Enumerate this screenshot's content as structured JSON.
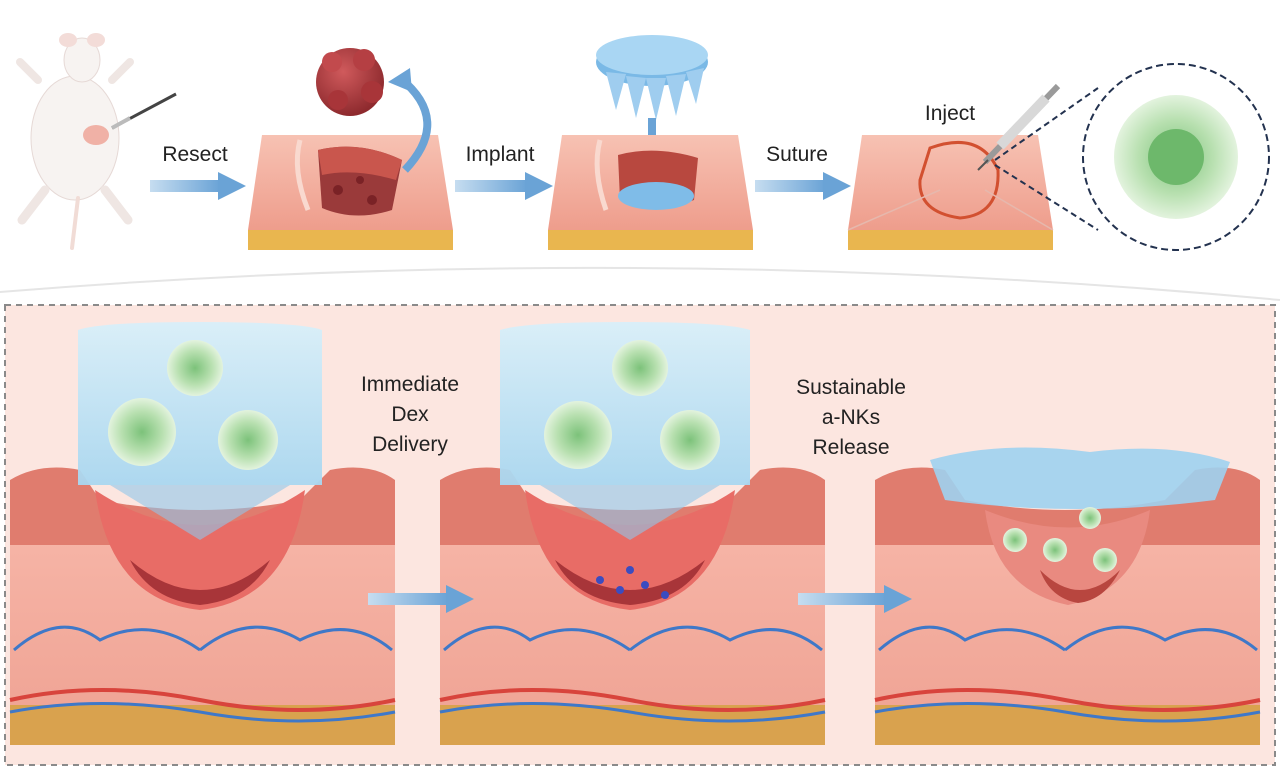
{
  "top_steps": {
    "resect": "Resect",
    "implant": "Implant",
    "suture": "Suture",
    "inject": "Inject"
  },
  "bottom_labels": {
    "immediate_line1": "Immediate",
    "immediate_line2": "Dex",
    "immediate_line3": "Delivery",
    "sustainable_line1": "Sustainable",
    "sustainable_line2": "a-NKs",
    "sustainable_line3": "Release"
  },
  "colors": {
    "arrow": "#7fb1dc",
    "skin": "#f2a99a",
    "fat": "#d9a24e",
    "hydrogel": "#bfe3f7",
    "microneedle": "#5fa6de",
    "tumor": "#b03a3e",
    "nk_cell": "#9fd49a",
    "vessel_red": "#d8443c",
    "vessel_blue": "#3f78c8",
    "panel_bg": "#fce6e0"
  }
}
